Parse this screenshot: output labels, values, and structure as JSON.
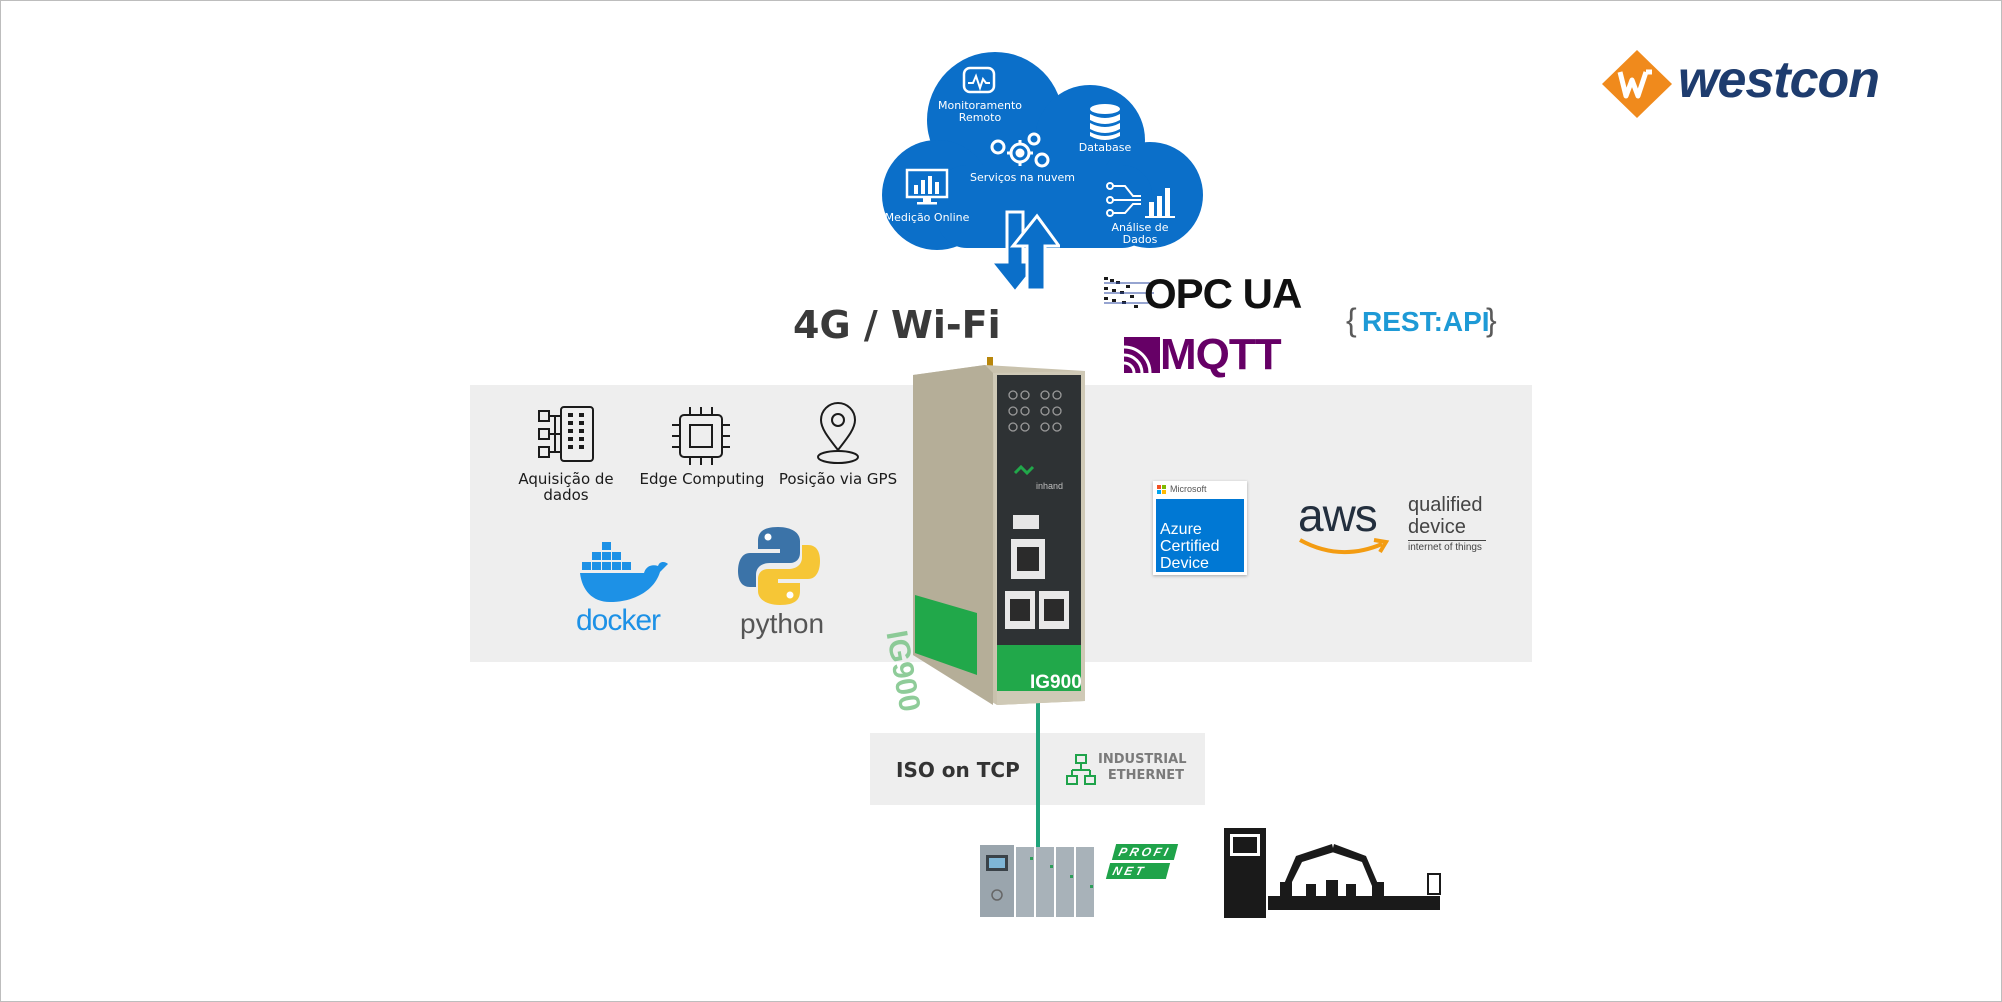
{
  "brand": {
    "name": "westcon",
    "accent": "#f08a1c",
    "text_color": "#1e3c6e"
  },
  "cloud": {
    "color": "#0b6fc9",
    "items": [
      {
        "label": "Monitoramento Remoto",
        "icon": "monitor-pulse-icon"
      },
      {
        "label": "Database",
        "icon": "database-icon"
      },
      {
        "label": "Serviços na nuvem",
        "icon": "gears-icon"
      },
      {
        "label": "Medição Online",
        "icon": "bar-chart-screen-icon"
      },
      {
        "label": "Análise de Dados",
        "icon": "data-analysis-icon"
      }
    ]
  },
  "connectivity": {
    "label": "4G / Wi-Fi"
  },
  "protocols": {
    "opcua": "OPC UA",
    "mqtt": "MQTT",
    "rest_open": "{",
    "rest": "REST:API",
    "rest_close": "}"
  },
  "features": [
    {
      "label": "Aquisição de dados",
      "icon": "data-acquisition-icon"
    },
    {
      "label": "Edge Computing",
      "icon": "chip-icon"
    },
    {
      "label": "Posição via GPS",
      "icon": "location-pin-icon"
    }
  ],
  "software": [
    {
      "label": "docker",
      "icon": "docker-whale-icon",
      "color": "#1d91e6"
    },
    {
      "label": "python",
      "icon": "python-snakes-icon",
      "color": "#555555"
    }
  ],
  "certifications": {
    "azure": {
      "vendor": "Microsoft",
      "line1": "Azure",
      "line2": "Certified",
      "line3": "Device",
      "color": "#0078d4"
    },
    "aws": {
      "name": "aws",
      "line1": "qualified",
      "line2": "device",
      "line3": "internet of things"
    }
  },
  "device": {
    "model": "IG900",
    "maker": "inhand",
    "body_color": "#c9c2ad",
    "accent": "#1fa34a"
  },
  "fieldbus": {
    "iso": "ISO on TCP",
    "ie_line1": "INDUSTRIAL",
    "ie_line2": "ETHERNET",
    "profinet_line1": "PROFI",
    "profinet_line2": "NET"
  }
}
